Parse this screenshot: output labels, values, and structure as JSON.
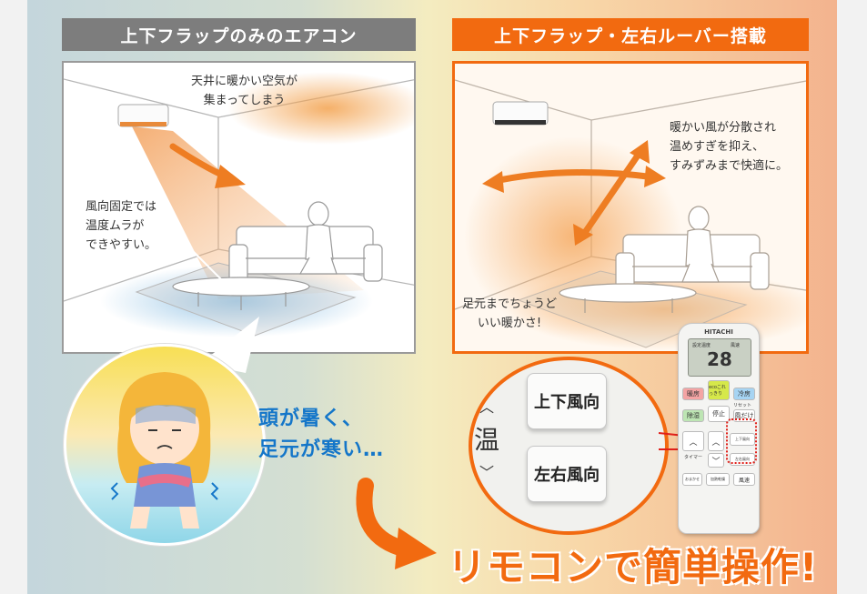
{
  "left_panel": {
    "header": "上下フラップのみのエアコン",
    "note_ceiling": [
      "天井に暖かい空気が",
      "集まってしまう"
    ],
    "note_fixed": [
      "風向固定では",
      "温度ムラが",
      "できやすい。"
    ]
  },
  "right_panel": {
    "header": "上下フラップ・左右ルーバー搭載",
    "note_spread": [
      "暖かい風が分散され",
      "温めすぎを抑え、",
      "すみずみまで快適に。"
    ],
    "note_feet": [
      "足元までちょうど",
      "いい暖かさ!"
    ]
  },
  "speech": [
    "頭が暑く、",
    "足元が寒い…"
  ],
  "zoom": {
    "key_updown": "上下風向",
    "key_leftright": "左右風向",
    "side_label": "温"
  },
  "remote": {
    "brand": "HITACHI",
    "screen_labels": [
      "設定温度",
      "風速"
    ],
    "temp_display": "28",
    "keys": [
      "暖房",
      "ecoこれっきり",
      "冷房",
      "除湿",
      "停止",
      "風だけ",
      "上下風向",
      "左右風向",
      "おまかせ",
      "加熱乾燥",
      "風速"
    ],
    "key_sub_labels": [
      "リセット",
      "タイマー"
    ]
  },
  "cta": "リモコンで簡単操作!",
  "colors": {
    "accent": "#f26a10",
    "grey_header": "#7d7d7d",
    "speech_blue": "#1476c9"
  }
}
